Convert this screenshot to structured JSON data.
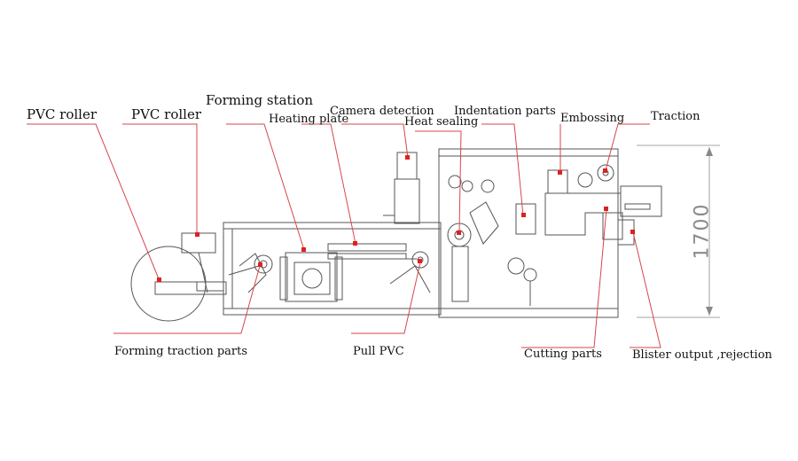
{
  "labels": {
    "pvc_roller_1": "PVC roller",
    "pvc_roller_2": "PVC roller",
    "forming_station": "Forming station",
    "heating_plate": "Heating plate",
    "camera_detection": "Camera detection",
    "heat_sealing": "Heat sealing",
    "indentation_parts": "Indentation parts",
    "embossing": "Embossing",
    "traction": "Traction",
    "forming_traction_parts": "Forming traction parts",
    "pull_pvc": "Pull PVC",
    "cutting_parts": "Cutting parts",
    "blister_output_rejection": "Blister output ,rejection"
  },
  "dimension": {
    "height_value": "1700"
  },
  "colors": {
    "leader_line": "#d8454a",
    "marker": "#e02020",
    "machine_line": "#555555"
  }
}
